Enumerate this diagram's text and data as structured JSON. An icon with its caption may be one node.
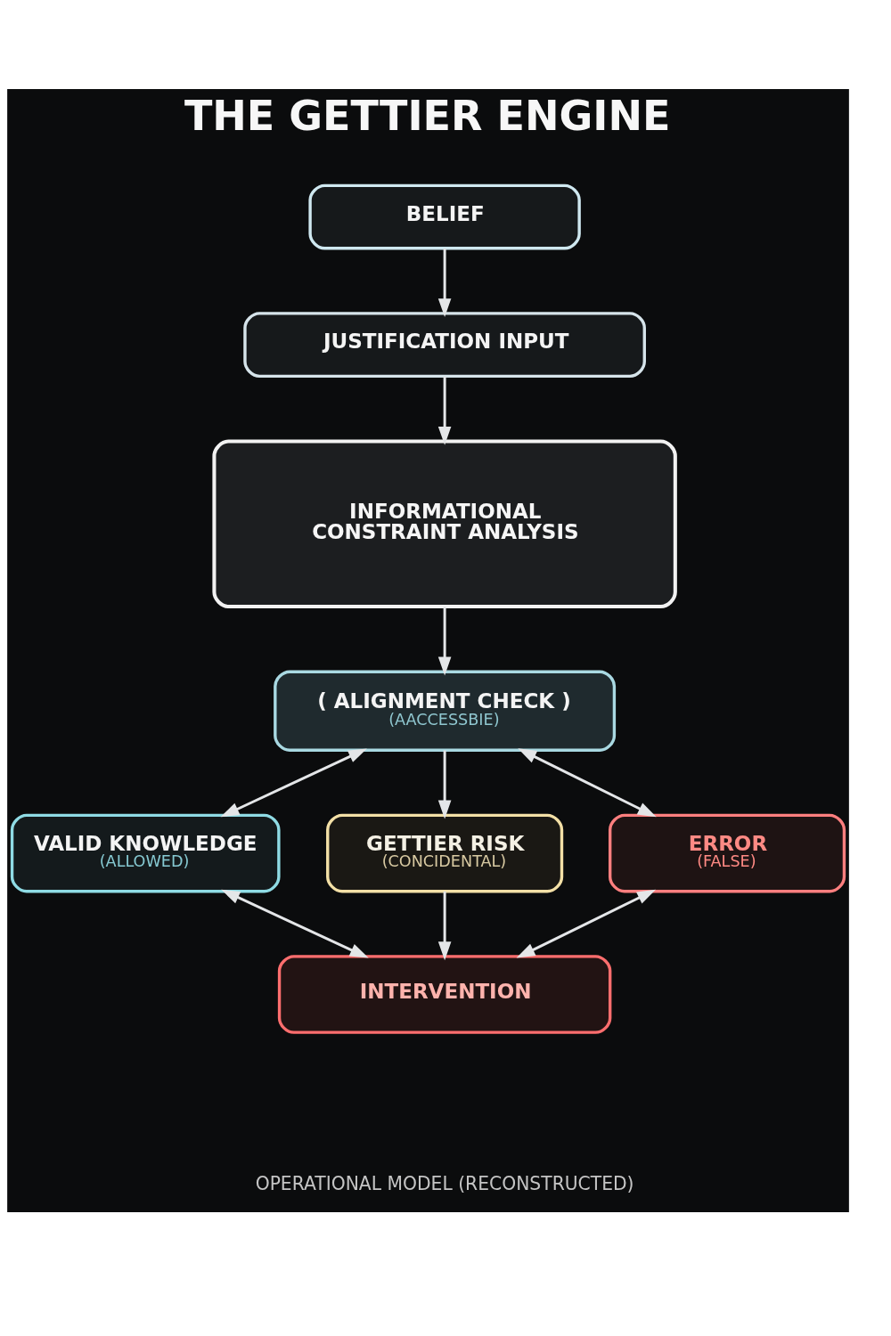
{
  "diagram": {
    "title": "THE GETTIER ENGINE",
    "caption": "OPERATIONAL MODEL (RECONSTRUCTED)",
    "nodes": [
      {
        "text": [
          "BELIEF"
        ]
      },
      {
        "text": [
          "JUSTIFICATION INPUT"
        ]
      },
      {
        "text": [
          "INFORMATIONAL CONSTRAINT ANALYSIS"
        ]
      },
      {
        "text": [
          "( ALIGNMENT CHECK )",
          "(AACCESSBIE)"
        ]
      },
      {
        "text": [
          "VALID KNOWLEDGE",
          "(ALLOWED)"
        ]
      },
      {
        "text": [
          "GETTIER RISK",
          "(CONCIDENTAL)"
        ]
      },
      {
        "text": [
          "ERROR",
          "(FALSE)"
        ]
      },
      {
        "text": [
          "INTERVENTION"
        ]
      }
    ],
    "edges": [
      {
        "from": 0,
        "to": 1,
        "arrow": "to"
      },
      {
        "from": 1,
        "to": 2,
        "arrow": "to"
      },
      {
        "from": 2,
        "to": 3,
        "arrow": "to"
      },
      {
        "from": 3,
        "to": 4,
        "arrow": "both"
      },
      {
        "from": 3,
        "to": 5,
        "arrow": "to"
      },
      {
        "from": 3,
        "to": 6,
        "arrow": "both"
      },
      {
        "from": 4,
        "to": 7,
        "arrow": "both"
      },
      {
        "from": 5,
        "to": 7,
        "arrow": "to"
      },
      {
        "from": 6,
        "to": 7,
        "arrow": "both"
      }
    ]
  }
}
